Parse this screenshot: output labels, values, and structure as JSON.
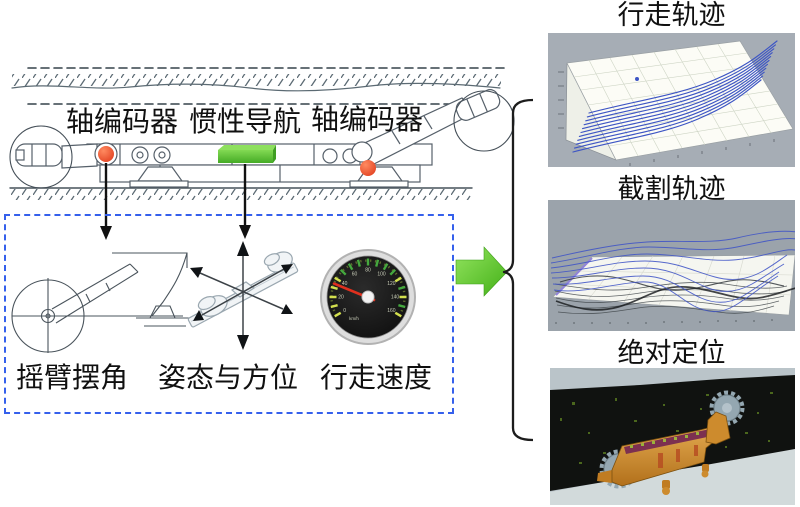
{
  "diagram": {
    "machine_labels": {
      "left_encoder": "轴编码器",
      "inertial_nav": "惯性导航",
      "right_encoder": "轴编码器"
    },
    "sensor_outputs": {
      "rocker_angle": "摇臂摆角",
      "attitude_heading": "姿态与方位",
      "travel_speed": "行走速度"
    },
    "gauge": {
      "unit": "km/h",
      "dial_numbers": [
        "0",
        "20",
        "40",
        "60",
        "80",
        "100",
        "120",
        "140",
        "160"
      ]
    },
    "results": {
      "travel_trajectory": "行走轨迹",
      "cutting_trajectory": "截割轨迹",
      "absolute_positioning": "绝对定位"
    },
    "colors": {
      "sensor_marker_red": "#e6472c",
      "imu_green": "#5fc33a",
      "flow_arrow_green": "#57c022",
      "dashed_box_blue": "#3560ec",
      "trajectory_blue": "#3d55c4"
    }
  }
}
